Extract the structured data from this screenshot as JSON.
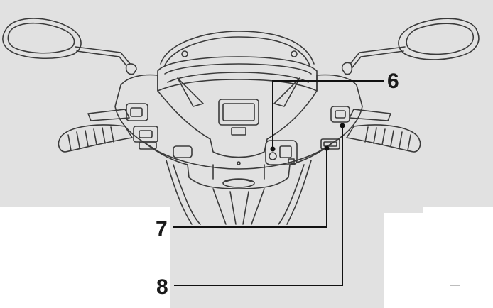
{
  "callouts": [
    {
      "id": "callout-6",
      "label": "6"
    },
    {
      "id": "callout-7",
      "label": "7"
    },
    {
      "id": "callout-8",
      "label": "8"
    }
  ],
  "colors": {
    "panel": "#e1e1e1",
    "stroke": "#3a3a3a",
    "ink": "#1a1a1a",
    "leader": "#111111",
    "background": "#ffffff"
  }
}
